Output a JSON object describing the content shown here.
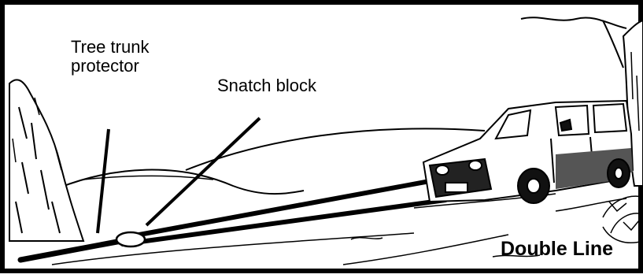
{
  "labels": {
    "tree_trunk_protector_line1": "Tree trunk",
    "tree_trunk_protector_line2": "protector",
    "snatch_block": "Snatch block",
    "double_line": "Double Line"
  },
  "colors": {
    "ink": "#000000",
    "paper": "#ffffff",
    "shade": "#555555"
  }
}
